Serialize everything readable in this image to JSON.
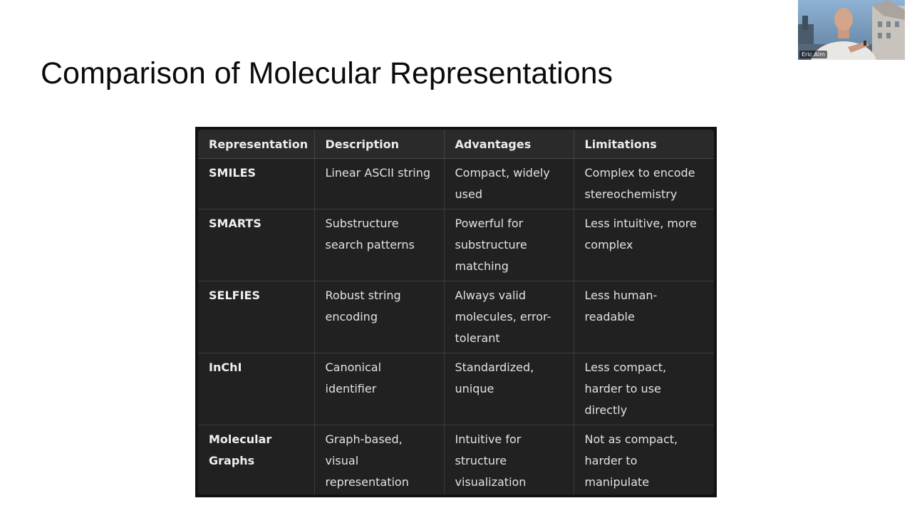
{
  "slide": {
    "title": "Comparison of Molecular Representations"
  },
  "table": {
    "headers": [
      "Representation",
      "Description",
      "Advantages",
      "Limitations"
    ],
    "rows": [
      {
        "representation": "SMILES",
        "description": "Linear ASCII string",
        "advantages": "Compact, widely used",
        "limitations": "Complex to encode stereochemistry"
      },
      {
        "representation": "SMARTS",
        "description": "Substructure search patterns",
        "advantages": "Powerful for substructure matching",
        "limitations": "Less intuitive, more complex"
      },
      {
        "representation": "SELFIES",
        "description": "Robust string encoding",
        "advantages": "Always valid molecules, error-tolerant",
        "limitations": "Less human-readable"
      },
      {
        "representation": "InChI",
        "description": "Canonical identifier",
        "advantages": "Standardized, unique",
        "limitations": "Less compact, harder to use directly"
      },
      {
        "representation": "Molecular Graphs",
        "description": "Graph-based, visual representation",
        "advantages": "Intuitive for structure visualization",
        "limitations": "Not as compact, harder to manipulate"
      }
    ]
  },
  "video": {
    "participant_name": "Eric Alm"
  },
  "colors": {
    "slide_background": "#ffffff",
    "title_text": "#0b0b0b",
    "table_frame": "#121212",
    "table_background": "#212121",
    "table_header_background": "#2a2a2a",
    "table_text": "#e2e2e2"
  }
}
